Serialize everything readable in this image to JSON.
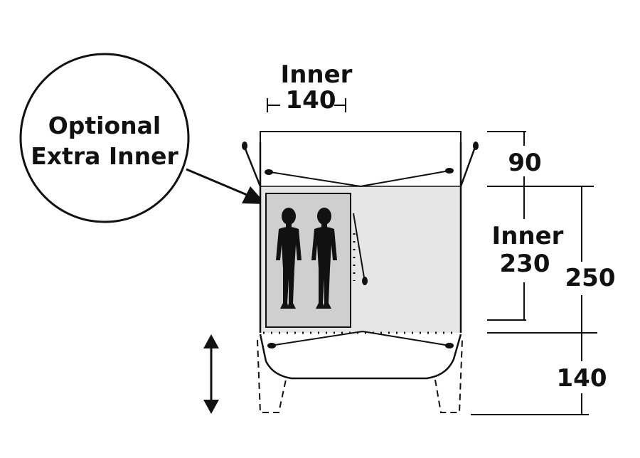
{
  "callout": {
    "line1": "Optional",
    "line2": "Extra Inner"
  },
  "dimensions": {
    "inner_width_label": "Inner",
    "inner_width_value": "140",
    "vestibule_depth": "90",
    "inner_length_label": "Inner",
    "inner_length_value": "230",
    "total_length": "250",
    "porch_depth": "140"
  },
  "colors": {
    "ink": "#111111",
    "inner_fill": "#e6e6e6",
    "extra_inner_fill": "#cfcfcf",
    "background": "#ffffff"
  },
  "icons": {
    "occupants": "person-silhouette",
    "adjust": "double-arrow-vertical"
  }
}
